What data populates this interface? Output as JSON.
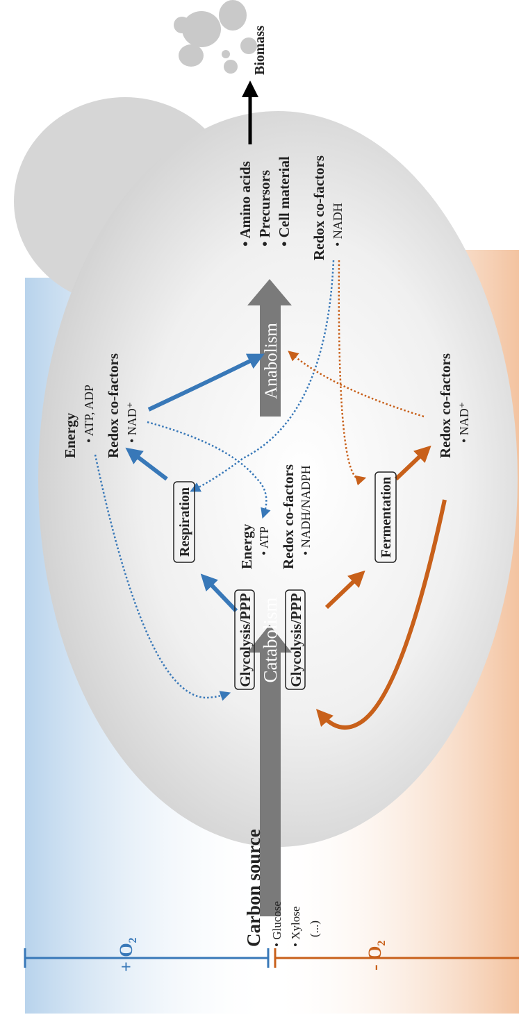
{
  "conditions": {
    "aerobic_label": "+ O",
    "aerobic_sub": "2",
    "anaerobic_label": "- O",
    "anaerobic_sub": "2"
  },
  "carbon_source": {
    "title": "Carbon source",
    "items": [
      "• Glucose",
      "• Xylose",
      "(...)"
    ]
  },
  "catabolism": {
    "label": "Catabolism",
    "aerobic_box": "Glycolysis/PPP",
    "anaerobic_box": "Glycolysis/PPP"
  },
  "catabolic_products": {
    "energy_title": "Energy",
    "energy_item": "• ATP",
    "redox_title": "Redox co-factors",
    "redox_item": "• NADH/NADPH"
  },
  "respiration": {
    "label": "Respiration"
  },
  "fermentation": {
    "label": "Fermentation"
  },
  "respiration_products": {
    "energy_title": "Energy",
    "energy_item": "• ATP, ADP",
    "redox_title": "Redox co-factors",
    "redox_item": "• NAD⁺"
  },
  "fermentation_products": {
    "redox_title": "Redox co-factors",
    "redox_item": "• NAD⁺"
  },
  "anabolism": {
    "label": "Anabolism"
  },
  "anabolic_products": {
    "items": [
      "• Amino acids",
      "• Precursors",
      "• Cell material"
    ],
    "redox_title": "Redox co-factors",
    "redox_item": "• NADH"
  },
  "biomass": {
    "label": "Biomass"
  },
  "colors": {
    "aerobic": "#3878b8",
    "anaerobic": "#c8601a",
    "process_arrow": "#7a7a7a",
    "cell": "#d8d8d8"
  }
}
